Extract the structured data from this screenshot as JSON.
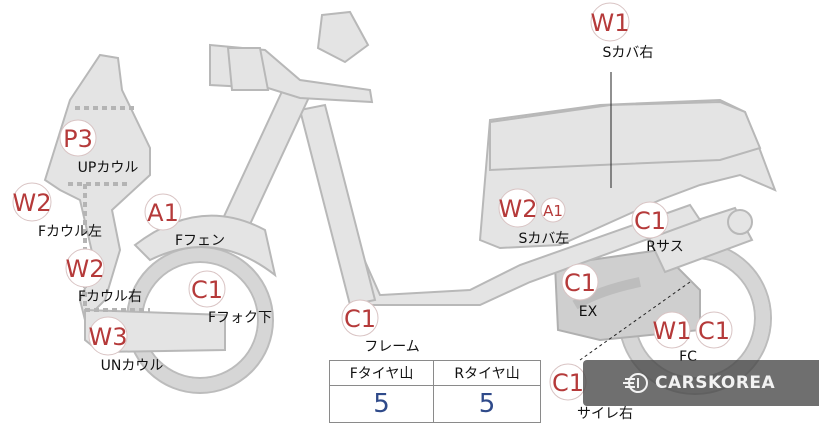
{
  "markers": [
    {
      "id": "w1-top",
      "code": "W1"
    },
    {
      "id": "p3",
      "code": "P3"
    },
    {
      "id": "w2-left",
      "code": "W2"
    },
    {
      "id": "a1-front",
      "code": "A1"
    },
    {
      "id": "w2-seat",
      "code": "W2"
    },
    {
      "id": "a1-seat",
      "code": "A1"
    },
    {
      "id": "c1-rsus",
      "code": "C1"
    },
    {
      "id": "w2-mid",
      "code": "W2"
    },
    {
      "id": "c1-fork",
      "code": "C1"
    },
    {
      "id": "c1-ex",
      "code": "C1"
    },
    {
      "id": "c1-frame",
      "code": "C1"
    },
    {
      "id": "w3",
      "code": "W3"
    },
    {
      "id": "w1-fc",
      "code": "W1"
    },
    {
      "id": "c1-fc",
      "code": "C1"
    },
    {
      "id": "c1-stand",
      "code": "C1"
    }
  ],
  "labels": [
    {
      "id": "s-cover-right",
      "text": "Sカバ右"
    },
    {
      "id": "up-cowl",
      "text": "UPカウル"
    },
    {
      "id": "f-cowl-left",
      "text": "Fカウル左"
    },
    {
      "id": "f-fender",
      "text": "Fフェン"
    },
    {
      "id": "s-cover-left",
      "text": "Sカバ左"
    },
    {
      "id": "r-sus",
      "text": "Rサス"
    },
    {
      "id": "f-cowl-right",
      "text": "Fカウル右"
    },
    {
      "id": "f-fork-lower",
      "text": "Fフォク下"
    },
    {
      "id": "ex",
      "text": "EX"
    },
    {
      "id": "frame",
      "text": "フレーム"
    },
    {
      "id": "un-cowl",
      "text": "UNカウル"
    },
    {
      "id": "fc",
      "text": "FC"
    },
    {
      "id": "side-right",
      "text": "サイレ右"
    }
  ],
  "tire_table": {
    "headers": [
      "Fタイヤ山",
      "Rタイヤ山"
    ],
    "values": [
      "5",
      "5"
    ]
  },
  "watermark": {
    "text": "CARSKOREA",
    "icon": "carskorea-logo-icon"
  },
  "colors": {
    "part_fill": "#e4e4e4",
    "code_red": "#b53a3a",
    "tire_value_blue": "#2f4a8a"
  }
}
